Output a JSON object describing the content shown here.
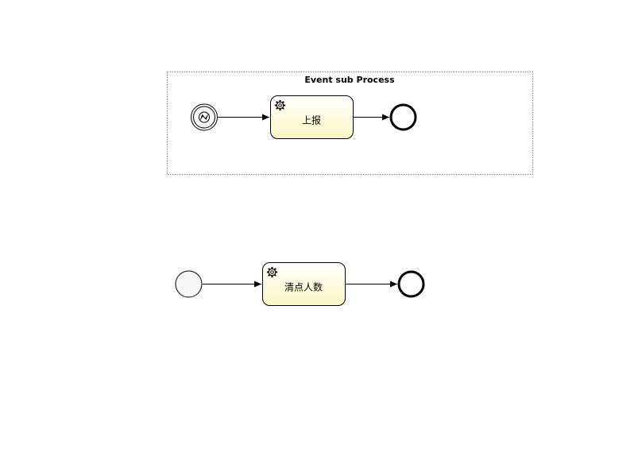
{
  "subprocess": {
    "title": "Event sub Process",
    "task_label": "上报",
    "start_event_type": "error-start-event",
    "task_type": "service-task",
    "end_event_type": "end-event"
  },
  "main_process": {
    "task_label": "清点人数",
    "start_event_type": "start-event",
    "task_type": "service-task",
    "end_event_type": "end-event"
  },
  "colors": {
    "task_fill_top": "#ffffff",
    "task_fill_bottom": "#fbf8c6",
    "event_fill": "#f7f7f7",
    "stroke": "#000000",
    "subprocess_border": "#9a9a9a"
  }
}
